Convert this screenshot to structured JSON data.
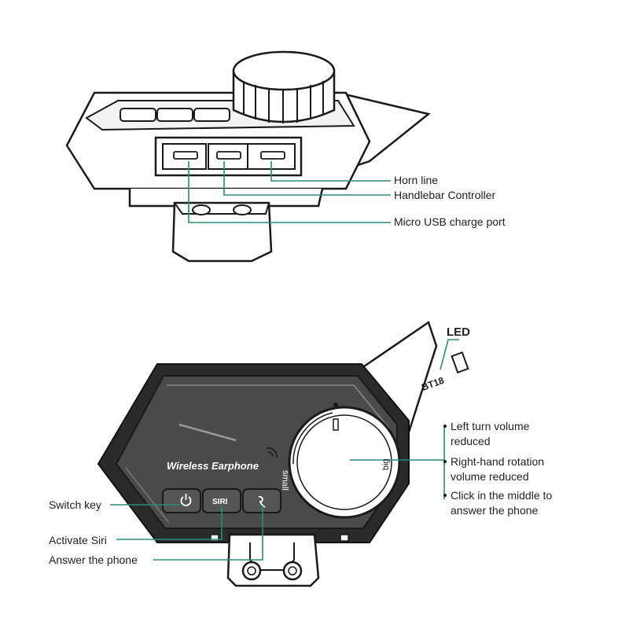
{
  "top_device": {
    "callouts": {
      "horn_line": "Horn line",
      "handlebar_controller": "Handlebar Controller",
      "usb_port": "Micro USB charge port"
    }
  },
  "bottom_device": {
    "brand_text": "Wireless Earphone",
    "model_text": "BT18",
    "dial_small": "small",
    "dial_big": "big",
    "siri_button_text": "SIRI",
    "callouts": {
      "led": "LED",
      "left_turn_1": "Left turn volume",
      "left_turn_2": "reduced",
      "right_rotation_1": "Right-hand rotation",
      "right_rotation_2": "volume reduced",
      "click_middle_1": "Click in the middle to",
      "click_middle_2": "answer the phone",
      "switch_key": "Switch key",
      "activate_siri": "Activate Siri",
      "answer_phone": "Answer the phone"
    }
  },
  "colors": {
    "leader_line": "#2a8a7a",
    "device_dark": "#2b2b2b",
    "device_face": "#4a4a4a"
  }
}
